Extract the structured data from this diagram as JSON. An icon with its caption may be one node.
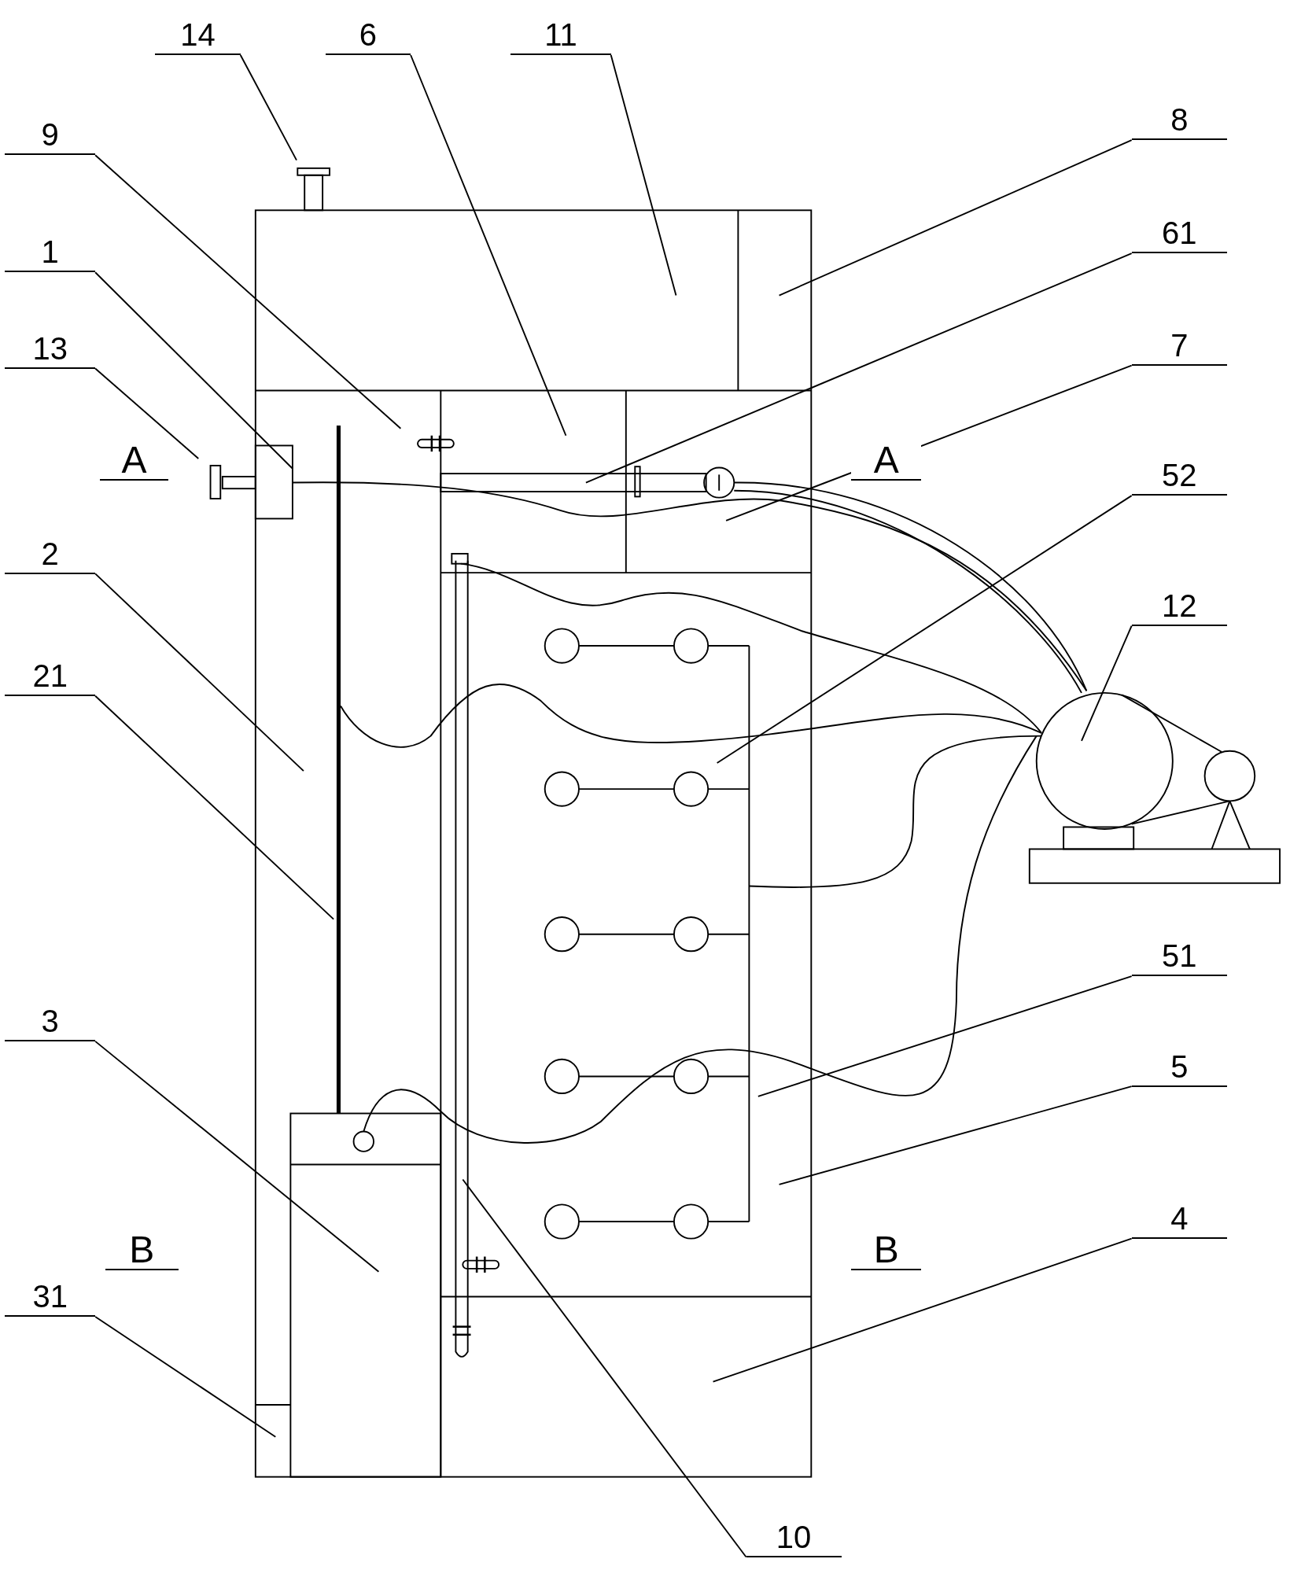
{
  "diagram": {
    "nodes": [
      {
        "text": [
          "14"
        ]
      },
      {
        "text": [
          "6"
        ]
      },
      {
        "text": [
          "11"
        ]
      },
      {
        "text": [
          "9"
        ]
      },
      {
        "text": [
          "8"
        ]
      },
      {
        "text": [
          "61"
        ]
      },
      {
        "text": [
          "1"
        ]
      },
      {
        "text": [
          "13"
        ]
      },
      {
        "text": [
          "7"
        ]
      },
      {
        "text": [
          "52"
        ]
      },
      {
        "text": [
          "2"
        ]
      },
      {
        "text": [
          "12"
        ]
      },
      {
        "text": [
          "21"
        ]
      },
      {
        "text": [
          "51"
        ]
      },
      {
        "text": [
          "3"
        ]
      },
      {
        "text": [
          "5"
        ]
      },
      {
        "text": [
          "4"
        ]
      },
      {
        "text": [
          "31"
        ]
      },
      {
        "text": [
          "10"
        ]
      }
    ],
    "edges": [
      {
        "from": 0,
        "to": null,
        "arrow": "none"
      },
      {
        "from": 1,
        "to": null,
        "arrow": "none"
      },
      {
        "from": 2,
        "to": null,
        "arrow": "none"
      },
      {
        "from": 3,
        "to": null,
        "arrow": "none"
      },
      {
        "from": 4,
        "to": null,
        "arrow": "none"
      },
      {
        "from": 5,
        "to": null,
        "arrow": "none"
      },
      {
        "from": 6,
        "to": null,
        "arrow": "none"
      },
      {
        "from": 7,
        "to": null,
        "arrow": "none"
      },
      {
        "from": 8,
        "to": null,
        "arrow": "none"
      },
      {
        "from": 9,
        "to": null,
        "arrow": "none"
      },
      {
        "from": 10,
        "to": null,
        "arrow": "none"
      },
      {
        "from": 11,
        "to": null,
        "arrow": "none"
      },
      {
        "from": 12,
        "to": null,
        "arrow": "none"
      },
      {
        "from": 13,
        "to": null,
        "arrow": "none"
      },
      {
        "from": 14,
        "to": null,
        "arrow": "none"
      },
      {
        "from": 15,
        "to": null,
        "arrow": "none"
      },
      {
        "from": 16,
        "to": null,
        "arrow": "none"
      },
      {
        "from": 17,
        "to": null,
        "arrow": "none"
      },
      {
        "from": 18,
        "to": null,
        "arrow": "none"
      }
    ],
    "labels": [
      "A",
      "A",
      "B",
      "B"
    ]
  }
}
